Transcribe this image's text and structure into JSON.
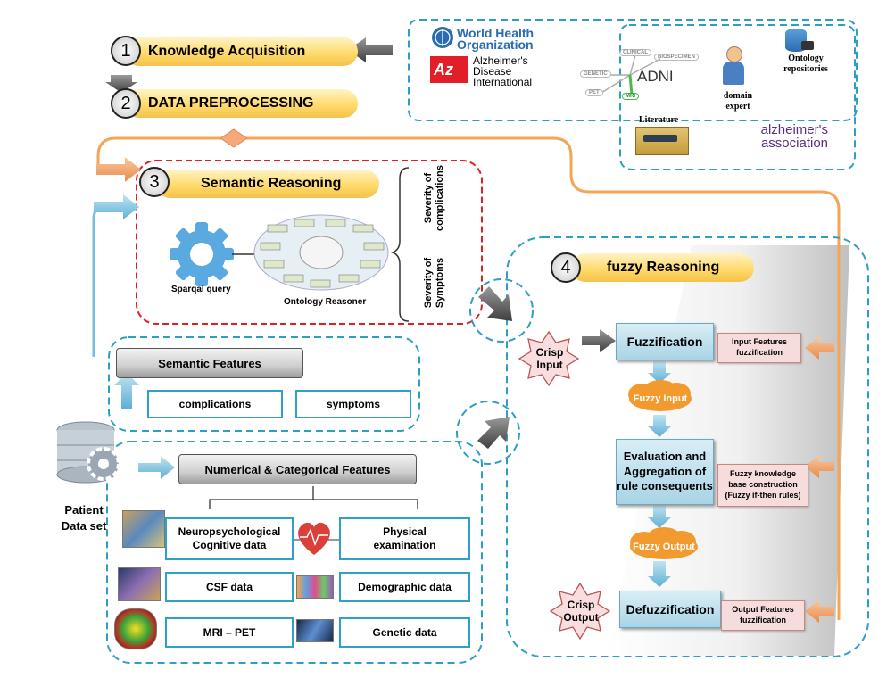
{
  "steps": {
    "s1": {
      "num": "1",
      "label": "Knowledge Acquisition"
    },
    "s2": {
      "num": "2",
      "label": "DATA PREPROCESSING"
    },
    "s3": {
      "num": "3",
      "label": "Semantic Reasoning"
    },
    "s4": {
      "num": "4",
      "label": "fuzzy Reasoning"
    }
  },
  "sources": {
    "who": {
      "line1": "World Health",
      "line2": "Organization"
    },
    "adi": {
      "line1": "Alzheimer's",
      "line2": "Disease",
      "line3": "International",
      "logo": "Az"
    },
    "adni": {
      "title": "ADNI",
      "nodes": [
        "CLINICAL",
        "BIOSPECIMEN",
        "GENETIC",
        "PET",
        "MRI"
      ]
    },
    "domain_expert": {
      "line1": "domain",
      "line2": "expert"
    },
    "ontology_repos": {
      "line1": "Ontology",
      "line2": "repositories"
    },
    "literature": "Literature",
    "alz_assoc": {
      "line1": "alzheimer's",
      "line2": "association"
    }
  },
  "semantic": {
    "sparql": "Sparqal query",
    "reasoner": "Ontology Reasoner",
    "severity_complications": {
      "line1": "Severity of",
      "line2": "complications"
    },
    "severity_symptoms": {
      "line1": "Severity of",
      "line2": "Symptoms"
    }
  },
  "features": {
    "semantic_title": "Semantic Features",
    "complications": "complications",
    "symptoms": "symptoms",
    "numcat_title": "Numerical & Categorical Features",
    "patient": {
      "line1": "Patient",
      "line2": "Data set"
    },
    "items": {
      "neuro": {
        "line1": "Neuropsychological",
        "line2": "Cognitive data"
      },
      "physical": {
        "line1": "Physical",
        "line2": "examination"
      },
      "csf": "CSF data",
      "demographic": "Demographic  data",
      "mri": "MRI – PET",
      "genetic": "Genetic data"
    }
  },
  "fuzzy": {
    "crisp_input": {
      "line1": "Crisp",
      "line2": "Input"
    },
    "fuzzification": "Fuzzification",
    "input_feat": {
      "line1": "Input Features",
      "line2": "fuzzification"
    },
    "fuzzy_input": "Fuzzy Input",
    "evaluation": {
      "line1": "Evaluation and",
      "line2": "Aggregation of",
      "line3": "rule consequents"
    },
    "kb": {
      "line1": "Fuzzy knowledge",
      "line2": "base construction",
      "line3": "(Fuzzy if-then rules)"
    },
    "fuzzy_output": "Fuzzy Output",
    "crisp_output": {
      "line1": "Crisp",
      "line2": "Output"
    },
    "defuzzification": "Defuzzification",
    "output_feat": {
      "line1": "Output Features",
      "line2": "fuzzification"
    }
  },
  "colors": {
    "dashed_blue": "#2e9fc2",
    "dashed_red": "#e02020",
    "orange_line": "#f3a55a",
    "pill_yellow": "#ffd866"
  }
}
